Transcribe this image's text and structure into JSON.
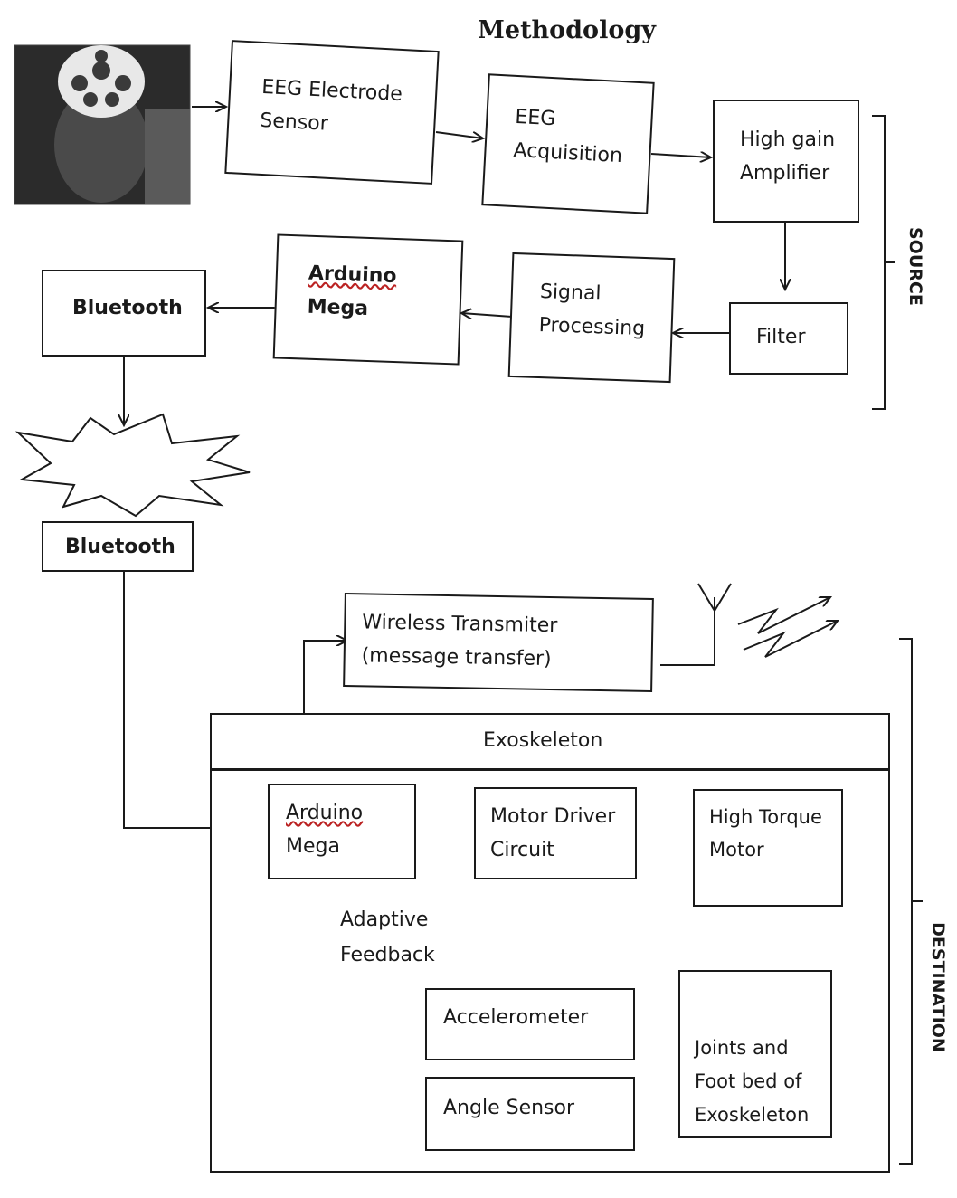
{
  "title": "Methodology",
  "source_label": "SOURCE",
  "destination_label": "DESTINATION",
  "blocks": {
    "eeg_electrode": [
      "EEG Electrode",
      "Sensor"
    ],
    "eeg_acquisition": [
      "EEG",
      "Acquisition"
    ],
    "amplifier": [
      "High gain",
      "Amplifier"
    ],
    "filter": "Filter",
    "signal_processing": [
      "Signal",
      "Processing"
    ],
    "arduino_source": [
      "Arduino",
      "Mega"
    ],
    "bluetooth_tx": "Bluetooth",
    "bluetooth_rx": "Bluetooth",
    "wireless": [
      "Wireless Transmiter",
      "(message transfer)"
    ],
    "exoskeleton": "Exoskeleton",
    "arduino_dest": [
      "Arduino",
      "Mega"
    ],
    "motor_driver": [
      "Motor Driver",
      "Circuit"
    ],
    "torque_motor": [
      "High Torque",
      "Motor"
    ],
    "joints": [
      "Joints and",
      "Foot bed of",
      "Exoskeleton"
    ],
    "accelerometer": "Accelerometer",
    "angle_sensor": "Angle Sensor",
    "adaptive_feedback": [
      "Adaptive",
      "Feedback"
    ]
  },
  "colors": {
    "ink": "#1a1a1a",
    "spellcheck_underline": "#b22222"
  },
  "icons": {
    "eeg_photo": "eeg-headset-photo-icon",
    "wireless_burst": "wireless-burst-icon",
    "antenna": "antenna-icon",
    "signal": "wireless-signal-icon",
    "summing_junction": "summing-junction-icon"
  }
}
